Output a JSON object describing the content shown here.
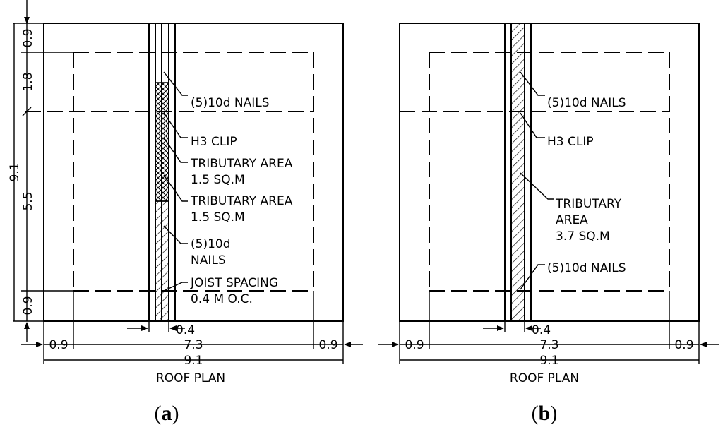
{
  "panel_a": {
    "caption_open": "(",
    "caption_letter": "a",
    "caption_close": ")",
    "title": "ROOF PLAN",
    "vertical_dims": [
      "0.9",
      "1.8",
      "5.5",
      "0.9"
    ],
    "vertical_total": "9.1",
    "horizontal_dims": [
      "0.9",
      "7.3",
      "0.9"
    ],
    "horizontal_total": "9.1",
    "joist_width": "0.4",
    "labels": {
      "nails_top": "(5)10d NAILS",
      "clip": "H3 CLIP",
      "trib1_line1": "TRIBUTARY AREA",
      "trib1_line2": "1.5 SQ.M",
      "trib2_line1": "TRIBUTARY AREA",
      "trib2_line2": "1.5 SQ.M",
      "nails_bot_line1": "(5)10d",
      "nails_bot_line2": "NAILS",
      "joist_line1": "JOIST SPACING",
      "joist_line2": "0.4 M O.C."
    }
  },
  "panel_b": {
    "caption_open": "(",
    "caption_letter": "b",
    "caption_close": ")",
    "title": "ROOF PLAN",
    "horizontal_dims": [
      "0.9",
      "7.3",
      "0.9"
    ],
    "horizontal_total": "9.1",
    "joist_width": "0.4",
    "labels": {
      "nails_top": "(5)10d NAILS",
      "clip": "H3 CLIP",
      "trib_line1": "TRIBUTARY",
      "trib_line2": "AREA",
      "trib_line3": "3.7 SQ.M",
      "nails_bot": "(5)10d NAILS"
    }
  }
}
